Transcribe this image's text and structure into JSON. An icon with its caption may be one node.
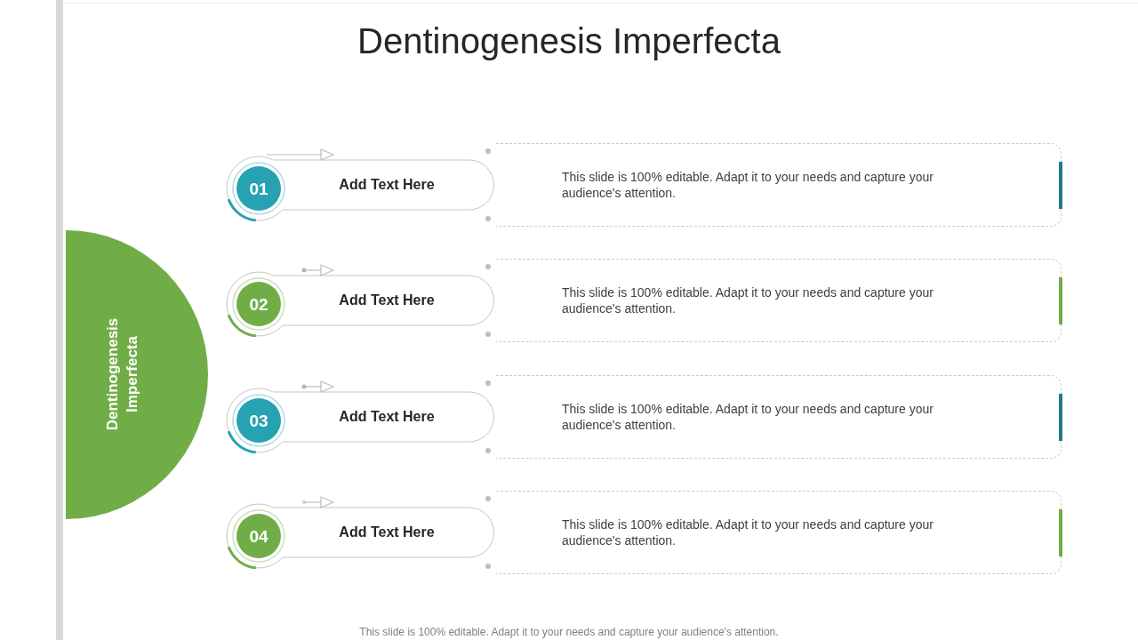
{
  "diagram": {
    "title": "Dentinogenesis Imperfecta",
    "caption": "This slide is 100% editable. Adapt it to your needs and capture your audience's attention.",
    "nodes": [
      {
        "text": [
          "Dentinogenesis Imperfecta"
        ]
      },
      {
        "text": [
          "Add Text Here"
        ]
      },
      {
        "text": [
          "01"
        ],
        "in": 1
      },
      {
        "text": [
          "This slide is 100% editable. Adapt it to your needs and capture your audience's attention."
        ]
      },
      {
        "text": [
          "Add Text Here"
        ]
      },
      {
        "text": [
          "02"
        ],
        "in": 4
      },
      {
        "text": [
          "This slide is 100% editable. Adapt it to your needs and capture your audience's attention."
        ]
      },
      {
        "text": [
          "Add Text Here"
        ]
      },
      {
        "text": [
          "03"
        ],
        "in": 7
      },
      {
        "text": [
          "This slide is 100% editable. Adapt it to your needs and capture your audience's attention."
        ]
      },
      {
        "text": [
          "Add Text Here"
        ]
      },
      {
        "text": [
          "04"
        ],
        "in": 10
      },
      {
        "text": [
          "This slide is 100% editable. Adapt it to your needs and capture your audience's attention."
        ]
      }
    ]
  }
}
